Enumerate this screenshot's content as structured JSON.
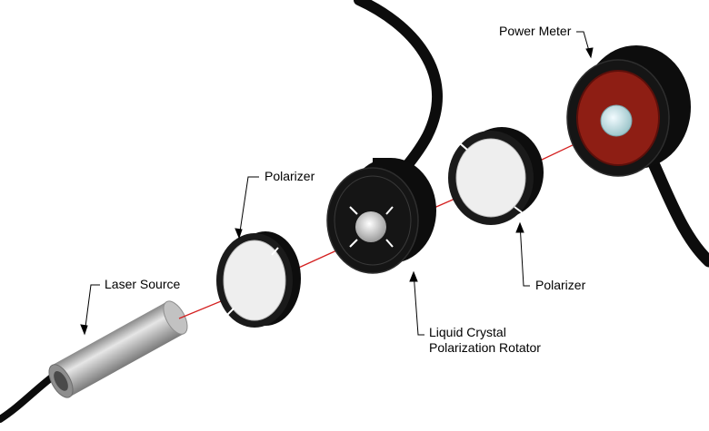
{
  "labels": {
    "polarizer_left": "Polarizer",
    "laser_source": "Laser Source",
    "lc_line1": "Liquid Crystal",
    "lc_line2": "Polarization Rotator",
    "polarizer_right": "Polarizer",
    "power_meter": "Power Meter"
  },
  "colors": {
    "beam": "#d42020",
    "housing": "#111111",
    "window": "#eeeeee",
    "sensor": "#8e1e14",
    "laser_body": "#b8b8b8"
  }
}
